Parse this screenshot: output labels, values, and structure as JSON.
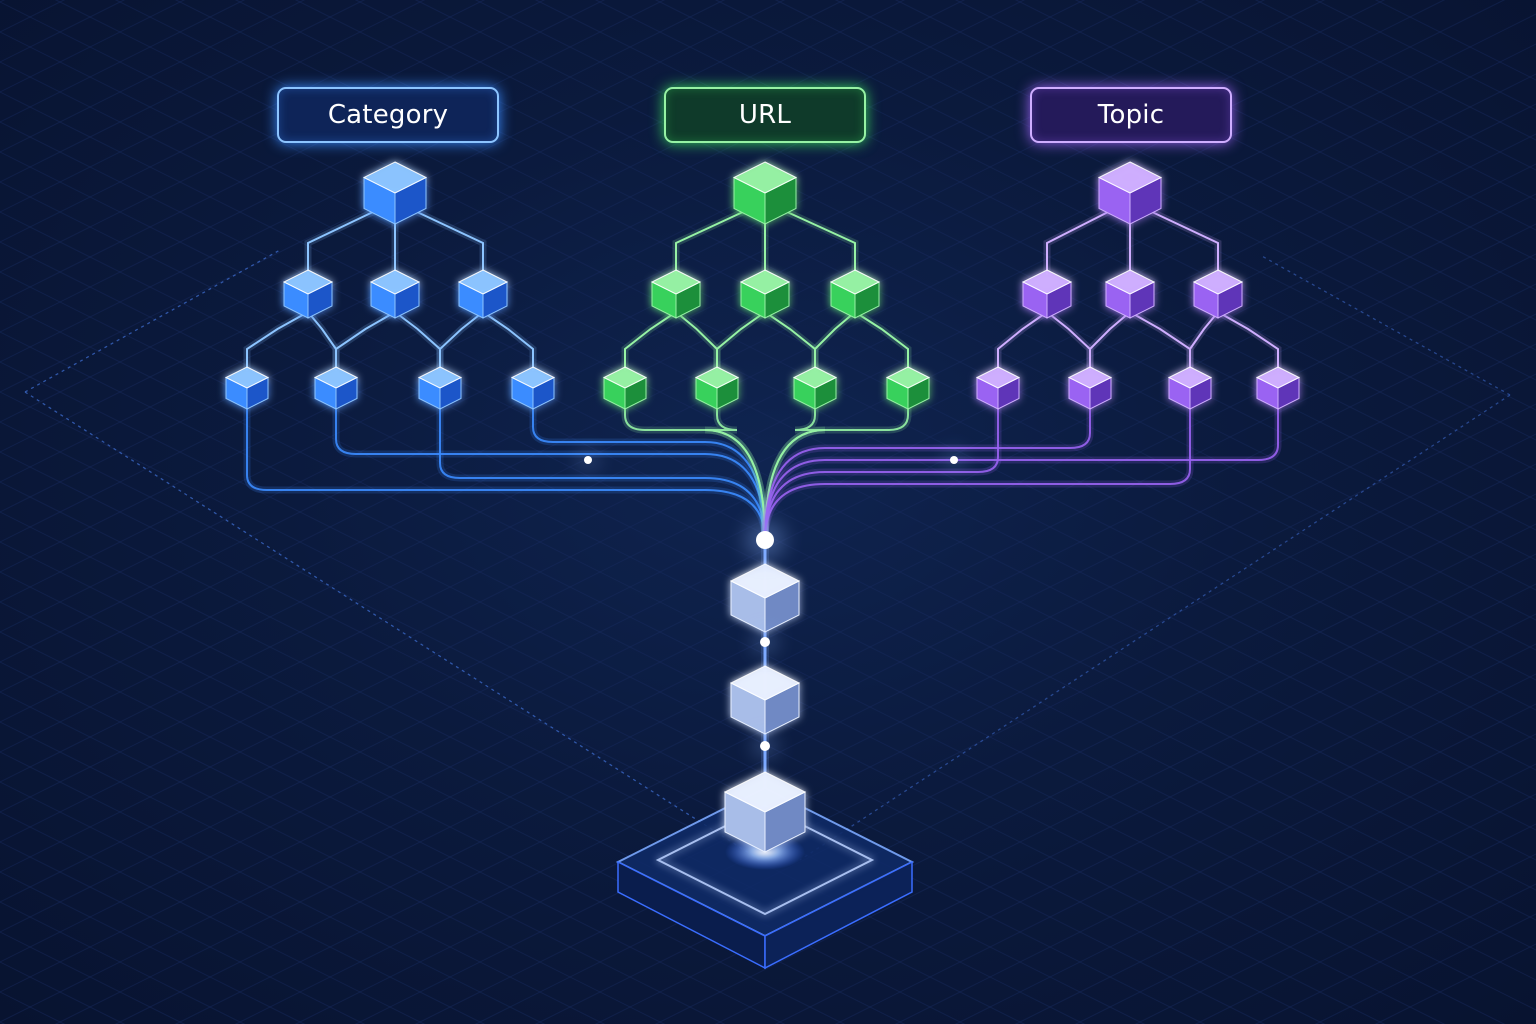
{
  "branches": [
    {
      "id": "category",
      "label": "Category",
      "color": "#3b8cff",
      "light": "#8cc4ff",
      "dark": "#1d56c9",
      "box_fill": "#0e2458"
    },
    {
      "id": "url",
      "label": "URL",
      "color": "#38d15c",
      "light": "#96f2a4",
      "dark": "#1f8f3b",
      "box_fill": "#0f3a2a"
    },
    {
      "id": "topic",
      "label": "Topic",
      "color": "#9a63f2",
      "light": "#cfaeff",
      "dark": "#5f35b8",
      "box_fill": "#241a5a"
    }
  ],
  "colors": {
    "trunk": "#c7d8ff",
    "trunk_glow": "#7aa8ff",
    "grid": "#1a2d63"
  }
}
